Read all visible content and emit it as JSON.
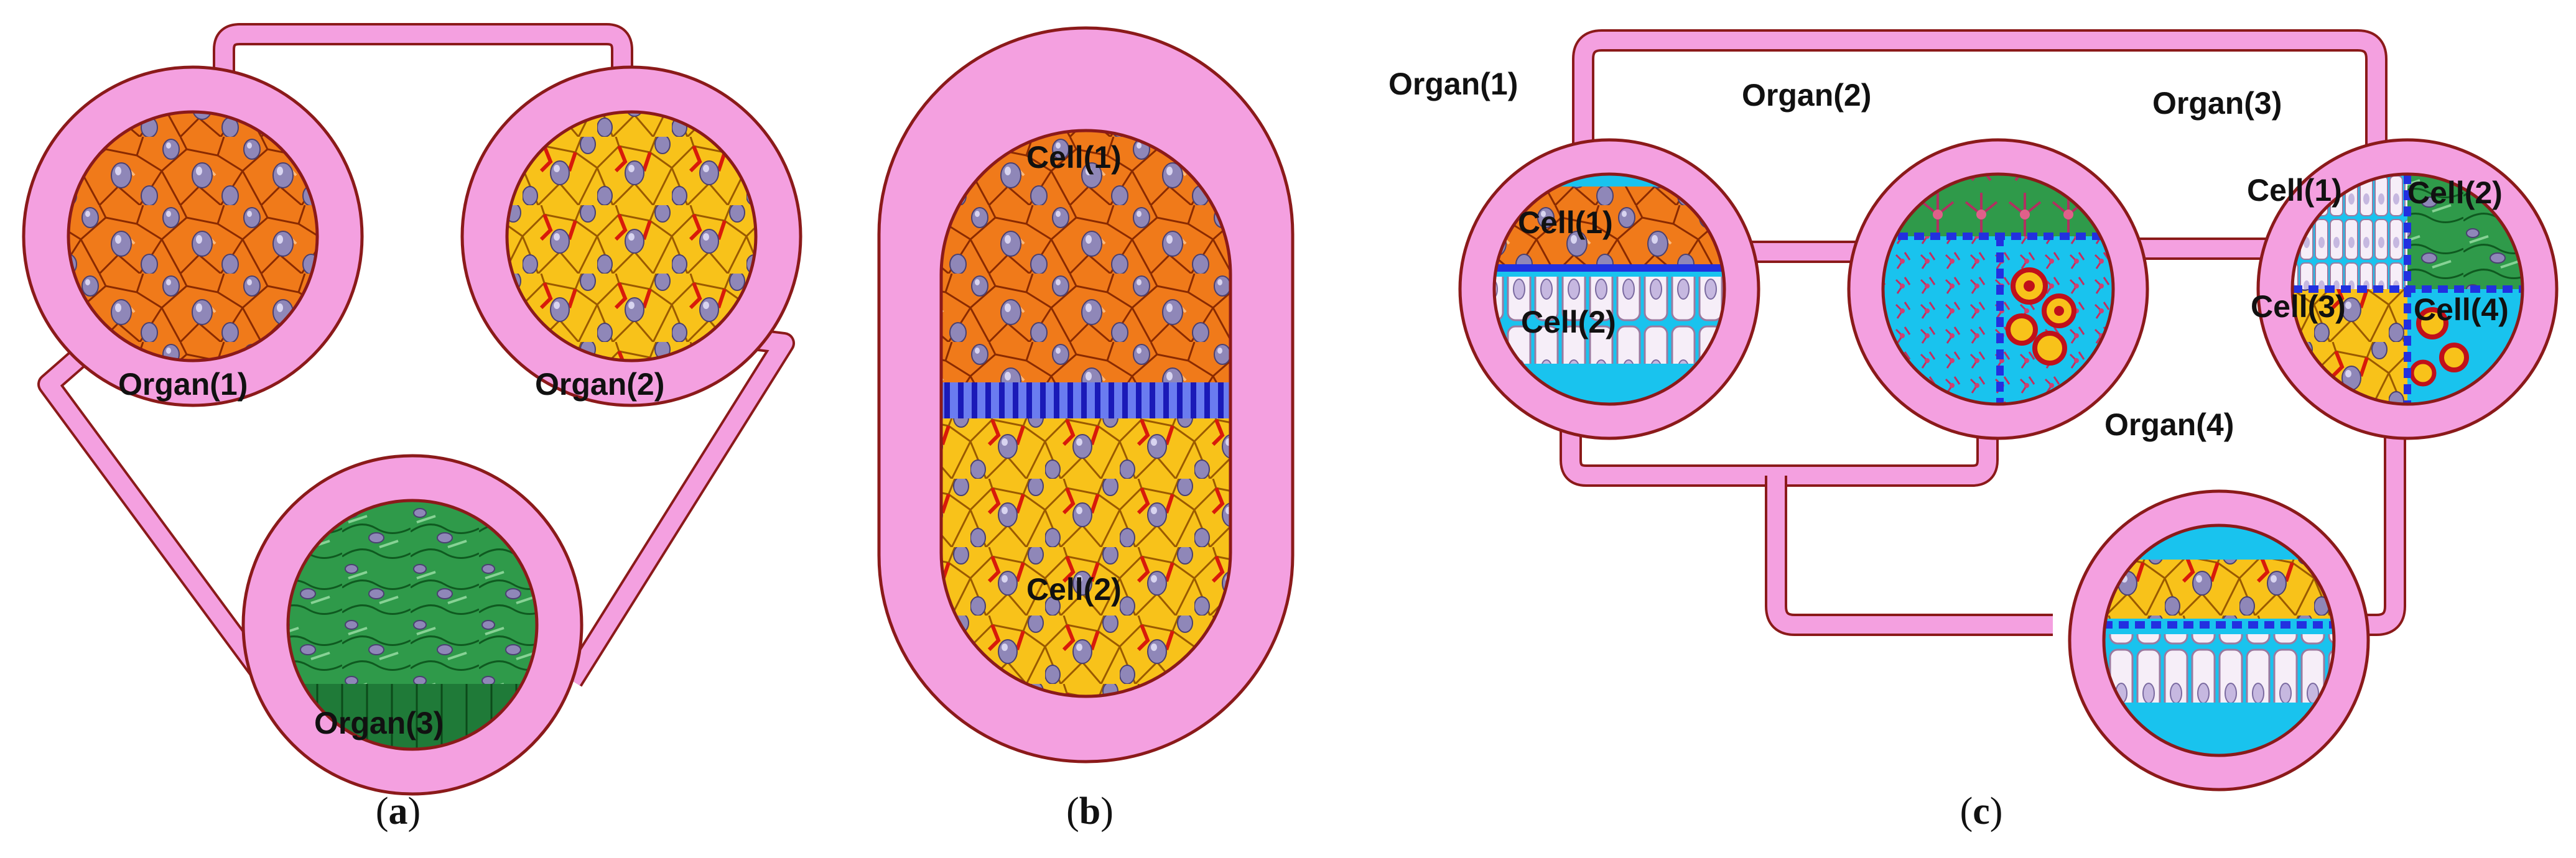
{
  "colors": {
    "channel": "#f4a0e0",
    "channel_border": "#8b1a1a",
    "tissue_orange": "#f07a1a",
    "tissue_yellow": "#f8c21a",
    "tissue_green": "#2f9a4a",
    "media_blue": "#19c3ee",
    "membrane_blue": "#2230e0",
    "nucleus": "#8f87b8"
  },
  "panel_a": {
    "caption_letter": "a",
    "organs": [
      "Organ(1)",
      "Organ(2)",
      "Organ(3)"
    ]
  },
  "panel_b": {
    "caption_letter": "b",
    "cells": [
      "Cell(1)",
      "Cell(2)"
    ]
  },
  "panel_c": {
    "caption_letter": "c",
    "organs": [
      "Organ(1)",
      "Organ(2)",
      "Organ(3)",
      "Organ(4)"
    ],
    "organ1_cells": [
      "Cell(1)",
      "Cell(2)"
    ],
    "organ3_cells": [
      "Cell(1)",
      "Cell(2)",
      "Cell(3)",
      "Cell(4)"
    ]
  }
}
